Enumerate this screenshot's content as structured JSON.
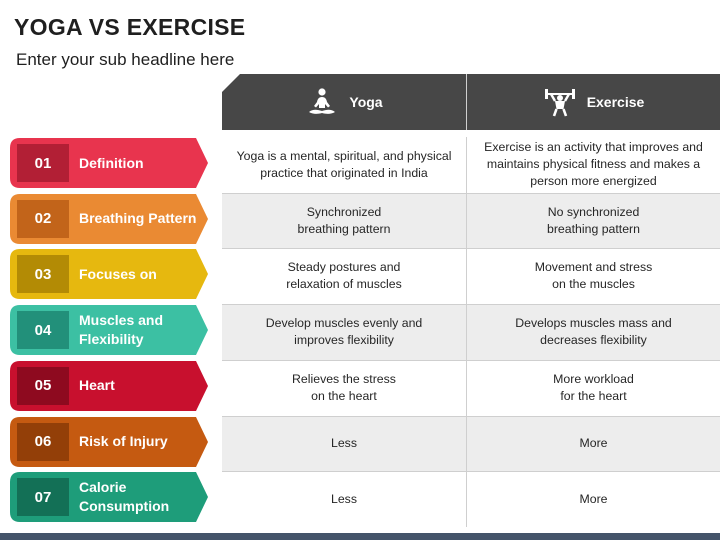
{
  "title": "YOGA VS EXERCISE",
  "subtitle": "Enter your sub headline here",
  "columns": [
    {
      "label": "Yoga",
      "icon": "yoga-icon"
    },
    {
      "label": "Exercise",
      "icon": "weightlifter-icon"
    }
  ],
  "rows": [
    {
      "num": "01",
      "label": "Definition",
      "color": "#e8344e",
      "dark": "#b21f35",
      "yoga": "Yoga is a mental, spiritual, and physical practice that originated in India",
      "exercise": "Exercise is an activity that improves and maintains physical fitness and makes a person more energized"
    },
    {
      "num": "02",
      "label": "Breathing Pattern",
      "color": "#ea8a33",
      "dark": "#c2641a",
      "yoga": "Synchronized\nbreathing pattern",
      "exercise": "No synchronized\nbreathing pattern"
    },
    {
      "num": "03",
      "label": "Focuses on",
      "color": "#e6b80f",
      "dark": "#b38b05",
      "yoga": "Steady postures and\nrelaxation of muscles",
      "exercise": "Movement and stress\non the muscles"
    },
    {
      "num": "04",
      "label": "Muscles and Flexibility",
      "color": "#3cc0a3",
      "dark": "#22907a",
      "yoga": "Develop muscles evenly and\nimproves flexibility",
      "exercise": "Develops muscles mass and\ndecreases flexibility"
    },
    {
      "num": "05",
      "label": "Heart",
      "color": "#c8102e",
      "dark": "#8e0a1f",
      "yoga": "Relieves the stress\non the heart",
      "exercise": "More workload\nfor the heart"
    },
    {
      "num": "06",
      "label": "Risk of Injury",
      "color": "#c55a11",
      "dark": "#933f08",
      "yoga": "Less",
      "exercise": "More"
    },
    {
      "num": "07",
      "label": "Calorie Consumption",
      "color": "#1e9d7a",
      "dark": "#137056",
      "yoga": "Less",
      "exercise": "More"
    }
  ]
}
